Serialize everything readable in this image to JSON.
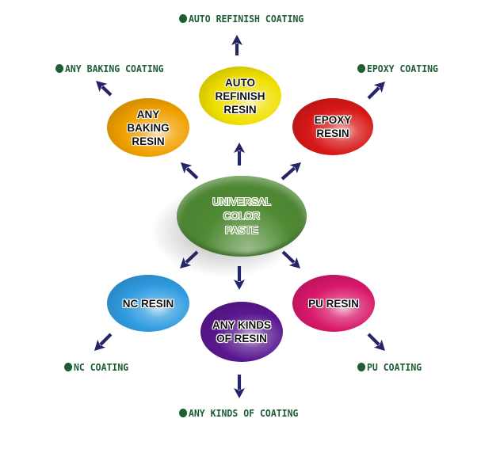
{
  "center": {
    "label": "UNIVERSAL\nCOLOR\nPASTE",
    "color": "#4f8a34"
  },
  "resins": [
    {
      "id": "auto-refinish",
      "label": "AUTO\nREFINISH\nRESIN",
      "color": "#f0e000"
    },
    {
      "id": "any-baking",
      "label": "ANY\nBAKING\nRESIN",
      "color": "#f0a000"
    },
    {
      "id": "epoxy",
      "label": "EPOXY\nRESIN",
      "color": "#d81818"
    },
    {
      "id": "nc",
      "label": "NC RESIN",
      "color": "#2f9be0"
    },
    {
      "id": "any-kinds",
      "label": "ANY KINDS\nOF RESIN",
      "color": "#5a1890"
    },
    {
      "id": "pu",
      "label": "PU RESIN",
      "color": "#d8186a"
    }
  ],
  "coatings": [
    {
      "id": "auto-refinish",
      "label": "AUTO REFINISH COATING"
    },
    {
      "id": "any-baking",
      "label": "ANY BAKING COATING"
    },
    {
      "id": "epoxy",
      "label": "EPOXY COATING"
    },
    {
      "id": "nc",
      "label": "NC COATING"
    },
    {
      "id": "any-kinds",
      "label": "ANY KINDS OF COATING"
    },
    {
      "id": "pu",
      "label": "PU COATING"
    }
  ],
  "colors": {
    "arrow": "#242466",
    "label_text": "#1d5e35"
  }
}
